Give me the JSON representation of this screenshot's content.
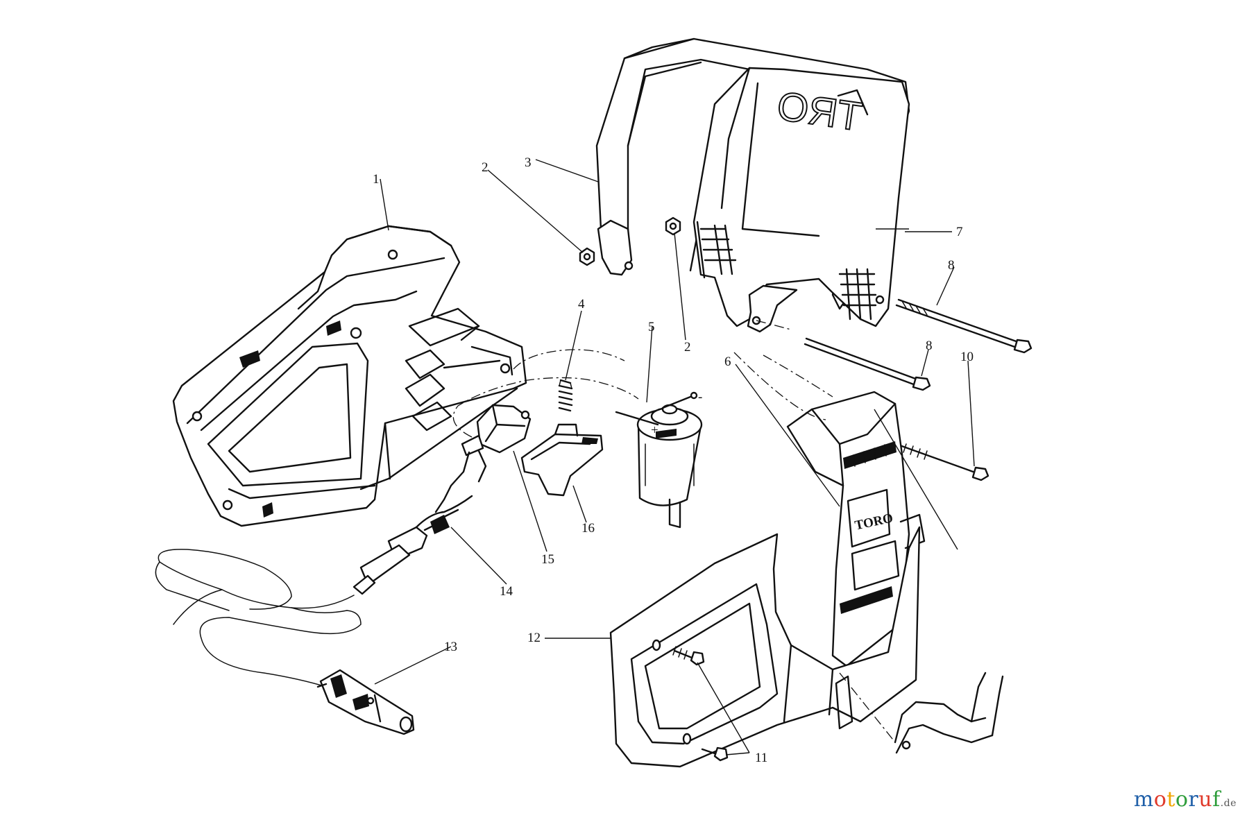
{
  "diagram": {
    "callouts": [
      {
        "id": "c1",
        "text": "1"
      },
      {
        "id": "c2a",
        "text": "2"
      },
      {
        "id": "c2b",
        "text": "2"
      },
      {
        "id": "c3",
        "text": "3"
      },
      {
        "id": "c4",
        "text": "4"
      },
      {
        "id": "c5",
        "text": "5"
      },
      {
        "id": "c6",
        "text": "6"
      },
      {
        "id": "c7",
        "text": "7"
      },
      {
        "id": "c8a",
        "text": "8"
      },
      {
        "id": "c8b",
        "text": "8"
      },
      {
        "id": "c10",
        "text": "10"
      },
      {
        "id": "c11",
        "text": "11"
      },
      {
        "id": "c12",
        "text": "12"
      },
      {
        "id": "c13",
        "text": "13"
      },
      {
        "id": "c14",
        "text": "14"
      },
      {
        "id": "c15",
        "text": "15"
      },
      {
        "id": "c16",
        "text": "16"
      }
    ],
    "emblem_text": "TORO",
    "motor_polarity": {
      "negative": "-",
      "positive": "+"
    }
  },
  "watermark": {
    "parts": [
      {
        "text": "m",
        "color": "#1f5fa8"
      },
      {
        "text": "o",
        "color": "#e03a2b"
      },
      {
        "text": "t",
        "color": "#f0a500"
      },
      {
        "text": "o",
        "color": "#2e9d3b"
      },
      {
        "text": "r",
        "color": "#1f5fa8"
      },
      {
        "text": "u",
        "color": "#e03a2b"
      },
      {
        "text": "f",
        "color": "#2e9d3b"
      }
    ],
    "tld": ".de"
  }
}
